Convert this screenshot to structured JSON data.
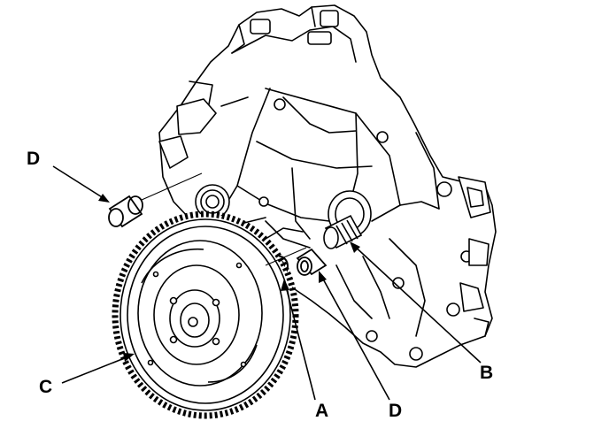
{
  "callouts": {
    "a": "A",
    "b": "B",
    "c": "C",
    "d_left": "D",
    "d_bottom": "D"
  },
  "colors": {
    "line": "#000000",
    "background": "#ffffff"
  }
}
